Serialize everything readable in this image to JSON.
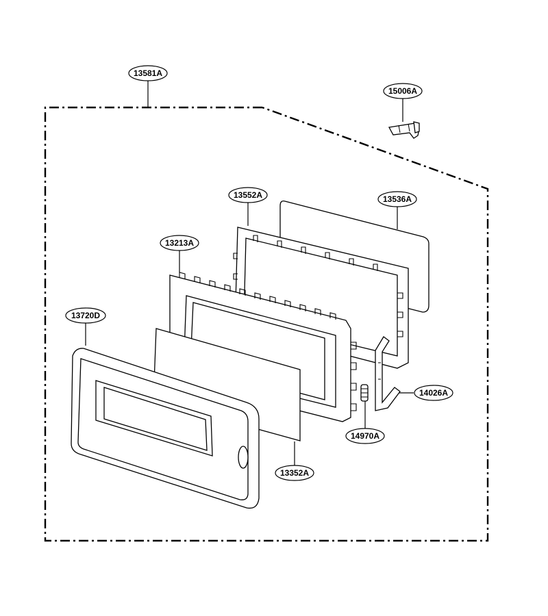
{
  "diagram": {
    "callouts": {
      "assembly": "13581A",
      "bracket_top": "15006A",
      "frame": "13552A",
      "sheet_back": "13536A",
      "door_inner": "13213A",
      "door_front": "13720D",
      "screen": "13352A",
      "latch": "14026A",
      "spring": "14970A"
    }
  }
}
